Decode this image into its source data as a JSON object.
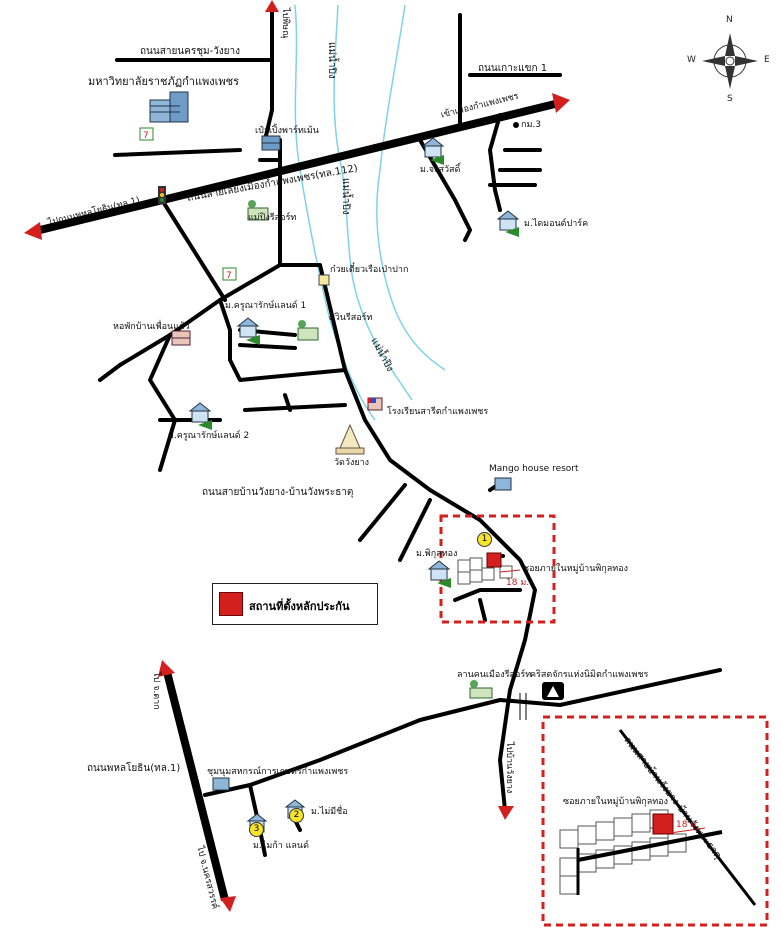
{
  "compass": {
    "n": "N",
    "s": "S",
    "e": "E",
    "w": "W"
  },
  "roads": {
    "nakhon_chum": "ถนนสายนครชุม-วังยาง",
    "ko_kaeng": "ถนนเกาะแขก 1",
    "bypass": "ถนนสายเลี่ยงเมืองกำแพงเพชร(ทล.112)",
    "ban_wang_yang": "ถนนสายบ้านวังยาง-บ้านวังพระธาตุ",
    "phahon_1": "ถนนพหลโยธิน(ทล.1)",
    "inset_road": "ถนนสายบ้านวังยาง-บ้านวังพระธาตุ"
  },
  "directions": {
    "to_phahon": "ไปถนนพหลโยธิน(ทล.1)",
    "to_city": "เข้าเมืองกำแพงเพชร",
    "north_top": "ไปพิษณุ",
    "to_wang_yang": "ไปบ้านวังยาง",
    "to_tak": "ไป จ.ตาก",
    "to_nakhon_sawan": "ไป จ.นครสวรรค์"
  },
  "rivers": {
    "ping_1": "แม่น้ำปิง",
    "ping_2": "แม่น้ำปิง",
    "ping_3": "แม่น้ำปิง"
  },
  "places": {
    "university": "มหาวิทยาลัยราชภัฏกำแพงเพชร",
    "paopong": "เป๋าเปิ้งพาร์ทเม้น",
    "km3": "กม.3",
    "jong_sawat": "ม.จงสวัสดิ์",
    "diamond": "ม.ไดมอนด์ปาร์ค",
    "mae_ping_resort": "แม่ปิงรีสอร์ท",
    "noodle": "ก๋วยเตี๋ยวเรือเป่าปาก",
    "krunarak_1": "ม.ครูณารักษ์แลนด์ 1",
    "dormitory": "หอพักบ้านเพื่อนแก้ว",
    "sivin": "ศิวินรีสอร์ท",
    "school": "โรงเรียนสารีตกำแพงเพชร",
    "krunarak_2": "ม.ครูณารักษ์แลนด์ 2",
    "temple": "วัดวังยาง",
    "mango": "Mango house resort",
    "phikun": "ม.พิกุลทอง",
    "soi_phikun": "ซอยภายในหมู่บ้านพิกุลทอง",
    "lan_khon": "ลานคนเมืองรีสอร์ท",
    "church": "คริสตจักรแห่งนิมิตกำแพงเพชร",
    "cooperative": "ชุมนุมสหกรณ์การเกษตรกำแพงเพชร",
    "mai_mi_sue": "ม.ไม่มีชื่อ",
    "mai_ka": "ม.ไมก้า แลนด์",
    "inset_soi": "ซอยภายในหมู่บ้านพิกุลทอง"
  },
  "distance_main": "18 ม.",
  "distance_inset": "18 ม.",
  "markers": {
    "m1": "1",
    "m2": "2",
    "m3": "3"
  },
  "legend": {
    "label": "สถานที่ตั้งหลักประกัน"
  },
  "colors": {
    "road": "#000000",
    "river": "#7fd3e8",
    "arrow": "#d41f1f",
    "plot": "#d41f1f",
    "frame": "#d41f1f"
  }
}
